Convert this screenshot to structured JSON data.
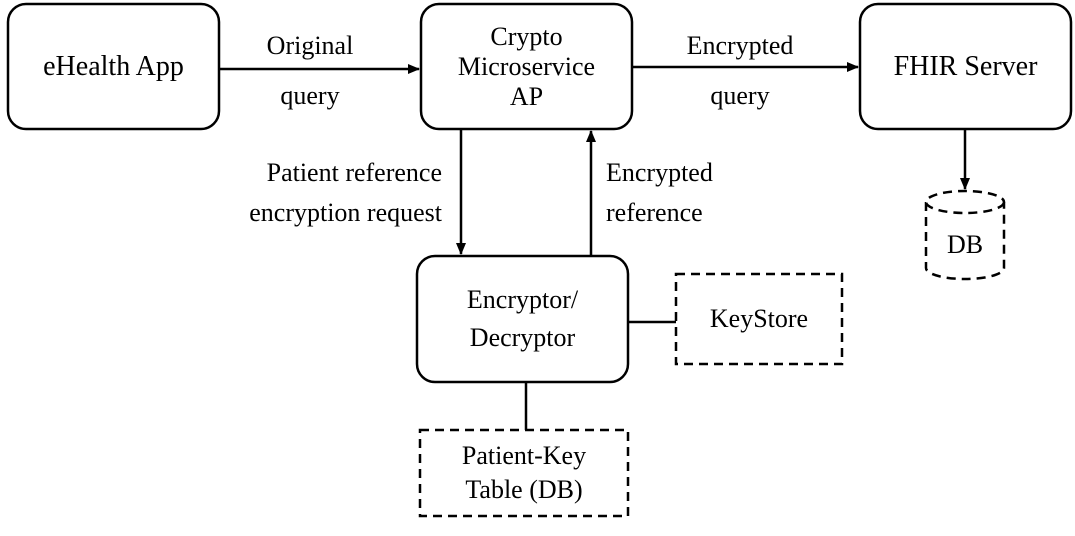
{
  "nodes": {
    "ehealth_app": {
      "lines": [
        "eHealth App"
      ]
    },
    "crypto_microservice": {
      "lines": [
        "Crypto",
        "Microservice",
        "AP"
      ]
    },
    "fhir_server": {
      "lines": [
        "FHIR Server"
      ]
    },
    "fhir_db": {
      "lines": [
        "DB"
      ]
    },
    "encryptor_decryptor": {
      "lines": [
        "Encryptor/",
        "Decryptor"
      ]
    },
    "keystore": {
      "lines": [
        "KeyStore"
      ]
    },
    "patient_key_table": {
      "lines": [
        "Patient-Key",
        "Table (DB)"
      ]
    }
  },
  "edges": {
    "original_query": {
      "lines": [
        "Original",
        "query"
      ]
    },
    "encrypted_query": {
      "lines": [
        "Encrypted",
        "query"
      ]
    },
    "patient_reference_request": {
      "lines": [
        "Patient reference",
        "encryption request"
      ]
    },
    "encrypted_reference": {
      "lines": [
        "Encrypted",
        "reference"
      ]
    }
  }
}
